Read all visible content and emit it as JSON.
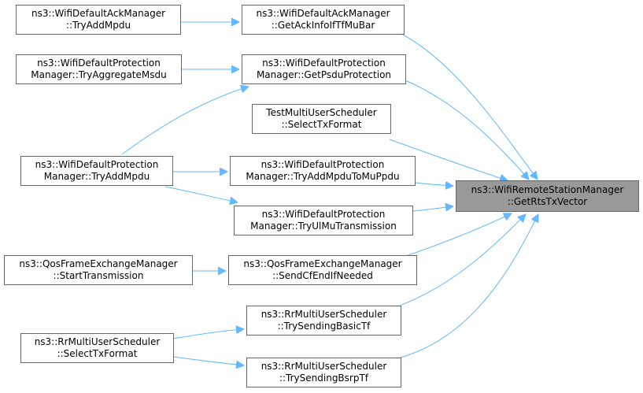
{
  "colors": {
    "edge": "#63b8ff",
    "node_border": "#666666",
    "target_fill": "#999999"
  },
  "target": {
    "line1": "ns3::WifiRemoteStationManager",
    "line2": "::GetRtsTxVector"
  },
  "nodes": {
    "ackmgr_tryaddmpdu": {
      "line1": "ns3::WifiDefaultAckManager",
      "line2": "::TryAddMpdu"
    },
    "ackmgr_getackinfo": {
      "line1": "ns3::WifiDefaultAckManager",
      "line2": "::GetAckInfoIfTfMuBar"
    },
    "prot_tryaggregatemsdu": {
      "line1": "ns3::WifiDefaultProtection",
      "line2": "Manager::TryAggregateMsdu"
    },
    "prot_getpsduprotection": {
      "line1": "ns3::WifiDefaultProtection",
      "line2": "Manager::GetPsduProtection"
    },
    "test_selecttxformat": {
      "line1": "TestMultiUserScheduler",
      "line2": "::SelectTxFormat"
    },
    "prot_tryaddmpdu": {
      "line1": "ns3::WifiDefaultProtection",
      "line2": "Manager::TryAddMpdu"
    },
    "prot_tryaddmpdutomuppdu": {
      "line1": "ns3::WifiDefaultProtection",
      "line2": "Manager::TryAddMpduToMuPpdu"
    },
    "prot_tryulmutransmission": {
      "line1": "ns3::WifiDefaultProtection",
      "line2": "Manager::TryUlMuTransmission"
    },
    "qos_starttransmission": {
      "line1": "ns3::QosFrameExchangeManager",
      "line2": "::StartTransmission"
    },
    "qos_sendcfendifneeded": {
      "line1": "ns3::QosFrameExchangeManager",
      "line2": "::SendCfEndIfNeeded"
    },
    "rr_trysendingbasictf": {
      "line1": "ns3::RrMultiUserScheduler",
      "line2": "::TrySendingBasicTf"
    },
    "rr_selecttxformat": {
      "line1": "ns3::RrMultiUserScheduler",
      "line2": "::SelectTxFormat"
    },
    "rr_trysendingbsrptf": {
      "line1": "ns3::RrMultiUserScheduler",
      "line2": "::TrySendingBsrpTf"
    }
  }
}
